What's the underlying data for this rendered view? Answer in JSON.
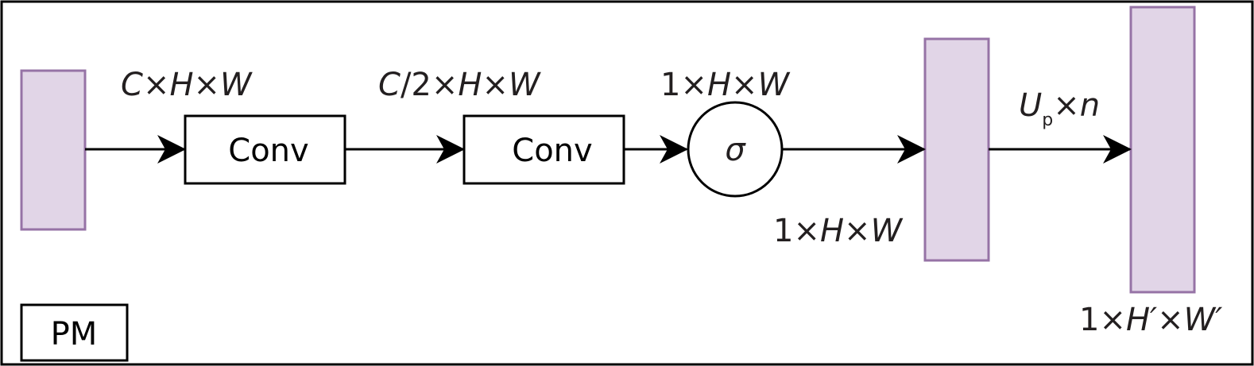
{
  "diagram": {
    "tag": "PM",
    "blocks": {
      "conv1": "Conv",
      "conv2": "Conv",
      "sigma": "σ"
    },
    "labels": {
      "input_dims": {
        "a": "C",
        "x1": "×",
        "b": "H",
        "x2": "×",
        "c": "W"
      },
      "conv1_out_dims": {
        "a": "C",
        "b": "/2×",
        "c": "H",
        "x": "×",
        "d": "W"
      },
      "conv2_out_dims": {
        "a": "1×",
        "b": "H",
        "x": "×",
        "c": "W"
      },
      "sigma_out_dims": {
        "a": "1×",
        "b": "H",
        "x": "×",
        "c": "W"
      },
      "upsample": {
        "a": "U",
        "sub": "p",
        "x": "×",
        "b": "n"
      },
      "output_dims": {
        "a": "1×",
        "b": "H′",
        "x": "×",
        "c": "W′"
      }
    },
    "colors": {
      "feature_fill": "#e1d5e7",
      "feature_stroke": "#9673a6",
      "line": "#000000"
    }
  }
}
